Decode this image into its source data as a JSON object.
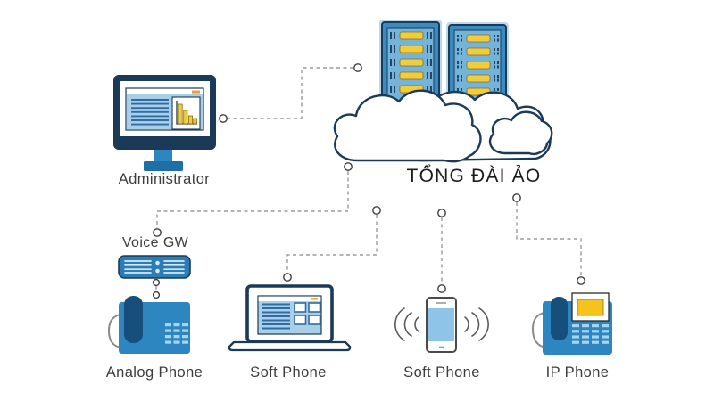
{
  "title": "TỔNG ĐÀI ẢO",
  "nodes": {
    "administrator": {
      "label": "Administrator",
      "icon": "monitor-icon"
    },
    "virtual_pbx": {
      "label": "TỔNG ĐÀI ẢO",
      "icon": "cloud-servers-icon"
    },
    "voice_gw": {
      "label": "Voice GW",
      "icon": "voice-gateway-icon"
    },
    "analog_phone": {
      "label": "Analog Phone",
      "icon": "analog-phone-icon"
    },
    "soft_phone_laptop": {
      "label": "Soft Phone",
      "icon": "laptop-icon"
    },
    "soft_phone_mobile": {
      "label": "Soft Phone",
      "icon": "smartphone-icon"
    },
    "ip_phone": {
      "label": "IP Phone",
      "icon": "ip-phone-icon"
    }
  },
  "connections": [
    {
      "from": "administrator",
      "to": "virtual_pbx",
      "style": "dashed-with-circle-endpoints"
    },
    {
      "from": "virtual_pbx",
      "to": "voice_gw",
      "style": "dashed-with-circle-endpoints"
    },
    {
      "from": "voice_gw",
      "to": "analog_phone",
      "style": "dashed-with-circle-endpoints"
    },
    {
      "from": "virtual_pbx",
      "to": "soft_phone_laptop",
      "style": "dashed-with-circle-endpoints"
    },
    {
      "from": "virtual_pbx",
      "to": "soft_phone_mobile",
      "style": "dashed-with-circle-endpoints"
    },
    {
      "from": "virtual_pbx",
      "to": "ip_phone",
      "style": "dashed-with-circle-endpoints"
    }
  ],
  "colors": {
    "outline_navy": "#1b3a57",
    "device_blue": "#2e86c1",
    "server_frame_blue": "#3a8cc0",
    "server_panel_blue": "#74b3da",
    "panel_light_blue": "#a9cfe8",
    "handset_navy": "#174f7c",
    "accent_yellow": "#f0cd3c",
    "display_gold": "#f4c41d",
    "keypad_light": "#a8d4ee",
    "connector_gray": "#9b9b9b",
    "label_gray": "#3d3d3d"
  }
}
